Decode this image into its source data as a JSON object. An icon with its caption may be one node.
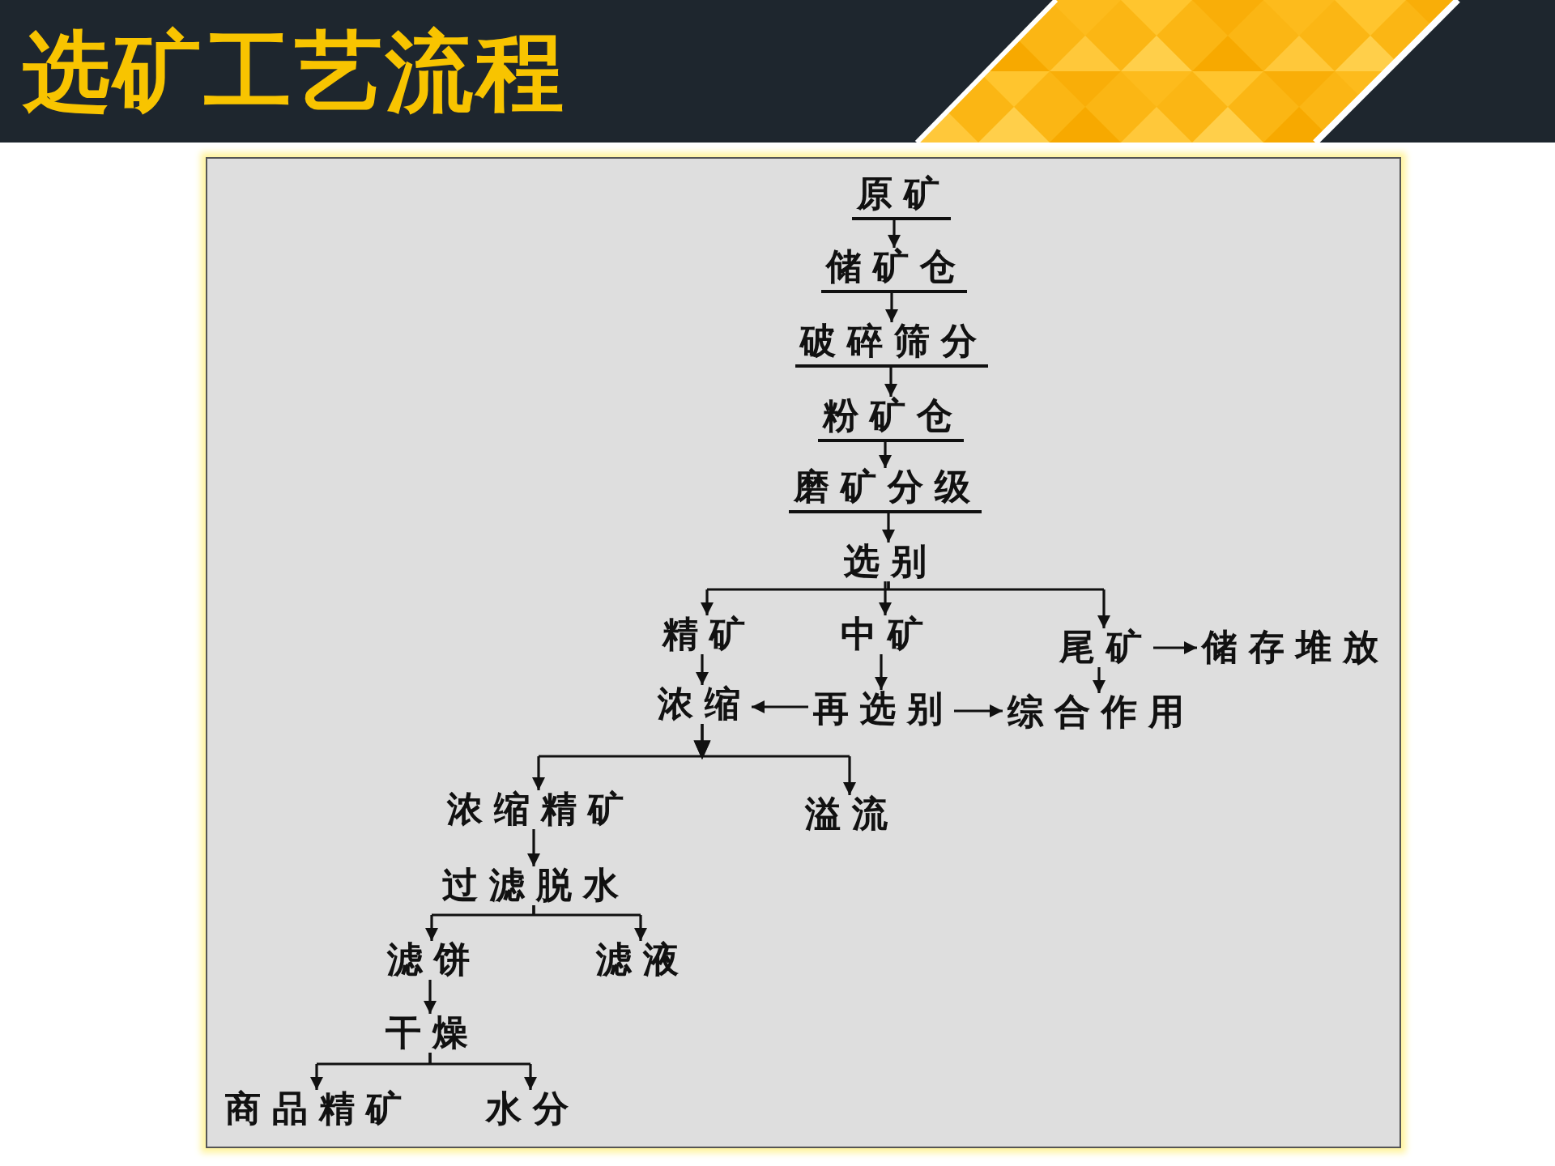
{
  "diagram": {
    "title": "选矿工艺流程",
    "nodes": [
      {
        "text": [
          "原矿"
        ]
      },
      {
        "text": [
          "储矿仓"
        ]
      },
      {
        "text": [
          "破碎筛分"
        ]
      },
      {
        "text": [
          "粉矿仓"
        ]
      },
      {
        "text": [
          "磨矿分级"
        ]
      },
      {
        "text": [
          "选别"
        ]
      },
      {
        "text": [
          "精矿"
        ]
      },
      {
        "text": [
          "中矿"
        ]
      },
      {
        "text": [
          "尾矿"
        ]
      },
      {
        "text": [
          "储存堆放"
        ]
      },
      {
        "text": [
          "浓缩"
        ]
      },
      {
        "text": [
          "再选别"
        ]
      },
      {
        "text": [
          "综合作用"
        ]
      },
      {
        "text": [
          "浓缩精矿"
        ]
      },
      {
        "text": [
          "溢流"
        ]
      },
      {
        "text": [
          "过滤脱水"
        ]
      },
      {
        "text": [
          "滤饼"
        ]
      },
      {
        "text": [
          "滤液"
        ]
      },
      {
        "text": [
          "干燥"
        ]
      },
      {
        "text": [
          "商品精矿"
        ]
      },
      {
        "text": [
          "水分"
        ]
      }
    ],
    "edges": [
      {
        "from": 0,
        "to": 1,
        "arrow": "to"
      },
      {
        "from": 1,
        "to": 2,
        "arrow": "to"
      },
      {
        "from": 2,
        "to": 3,
        "arrow": "to"
      },
      {
        "from": 3,
        "to": 4,
        "arrow": "to"
      },
      {
        "from": 4,
        "to": 5,
        "arrow": "to"
      },
      {
        "from": 5,
        "to": 6,
        "arrow": "to"
      },
      {
        "from": 5,
        "to": 7,
        "arrow": "to"
      },
      {
        "from": 5,
        "to": 8,
        "arrow": "to"
      },
      {
        "from": 8,
        "to": 9,
        "arrow": "to"
      },
      {
        "from": 6,
        "to": 10,
        "arrow": "to"
      },
      {
        "from": 7,
        "to": 11,
        "arrow": "to"
      },
      {
        "from": 8,
        "to": 12,
        "arrow": "to"
      },
      {
        "from": 11,
        "to": 10,
        "arrow": "to"
      },
      {
        "from": 11,
        "to": 12,
        "arrow": "to"
      },
      {
        "from": 10,
        "to": 13,
        "arrow": "to"
      },
      {
        "from": 10,
        "to": 14,
        "arrow": "to"
      },
      {
        "from": 13,
        "to": 15,
        "arrow": "to"
      },
      {
        "from": 15,
        "to": 16,
        "arrow": "to"
      },
      {
        "from": 15,
        "to": 17,
        "arrow": "to"
      },
      {
        "from": 16,
        "to": 18,
        "arrow": "to"
      },
      {
        "from": 18,
        "to": 19,
        "arrow": "to"
      },
      {
        "from": 18,
        "to": 20,
        "arrow": "to"
      }
    ]
  }
}
